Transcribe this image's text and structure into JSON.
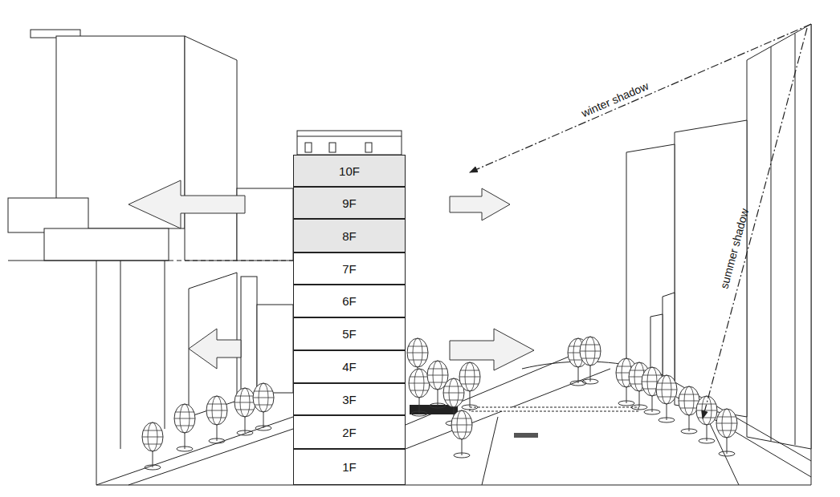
{
  "diagram": {
    "nodes": [
      {
        "text": [
          "10F"
        ]
      },
      {
        "text": [
          "9F"
        ]
      },
      {
        "text": [
          "8F"
        ]
      },
      {
        "text": [
          "7F"
        ]
      },
      {
        "text": [
          "6F"
        ]
      },
      {
        "text": [
          "5F"
        ]
      },
      {
        "text": [
          "4F"
        ]
      },
      {
        "text": [
          "3F"
        ]
      },
      {
        "text": [
          "2F"
        ]
      },
      {
        "text": [
          "1F"
        ]
      }
    ],
    "labels": [
      "winter shadow",
      "summer shadow"
    ]
  }
}
